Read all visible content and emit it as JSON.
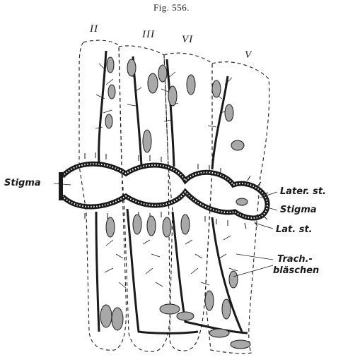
{
  "figure": {
    "title": "Fig. 556."
  },
  "segments": [
    "II",
    "III",
    "VI",
    "V"
  ],
  "labels": {
    "stigma_left": "Stigma",
    "later_st": "Later. st.",
    "stigma_right": "Stigma",
    "lat_st": "Lat. st.",
    "trach_line1": "Trach.-",
    "trach_line2": "bläschen"
  },
  "colors": {
    "ink": "#1a1a1a",
    "vesicle": "#a8a8a8",
    "paper": "#ffffff"
  }
}
